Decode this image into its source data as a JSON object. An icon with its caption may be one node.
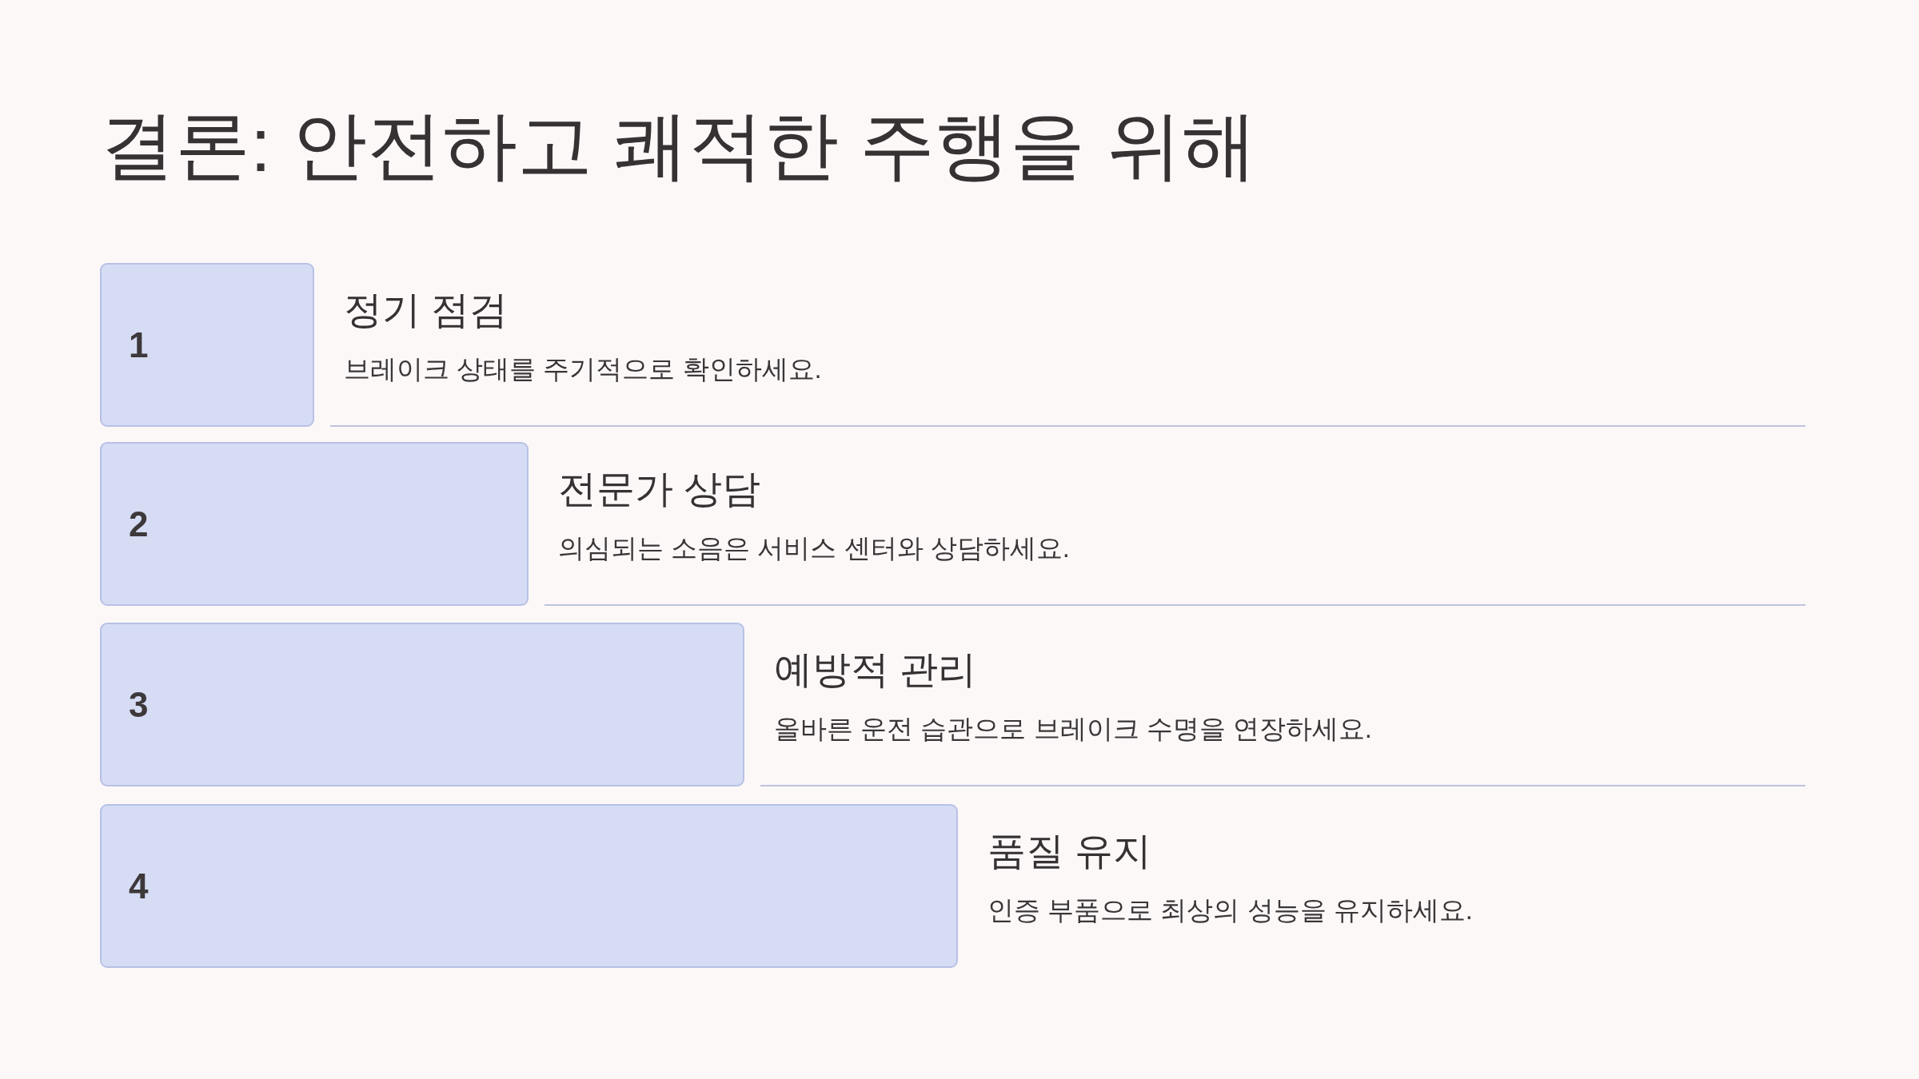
{
  "diagram": {
    "title": "결론: 안전하고 쾌적한 주행을 위해",
    "nodes": [
      {
        "text": [
          "1"
        ],
        "beside": [
          "정기 점검",
          "브레이크 상태를 주기적으로 확인하세요."
        ]
      },
      {
        "text": [
          "2"
        ],
        "beside": [
          "전문가 상담",
          "의심되는 소음은 서비스 센터와 상담하세요."
        ]
      },
      {
        "text": [
          "3"
        ],
        "beside": [
          "예방적 관리",
          "올바른 운전 습관으로 브레이크 수명을 연장하세요."
        ]
      },
      {
        "text": [
          "4"
        ],
        "beside": [
          "품질 유지",
          "인증 부품으로 최상의 성능을 유지하세요."
        ]
      }
    ]
  }
}
